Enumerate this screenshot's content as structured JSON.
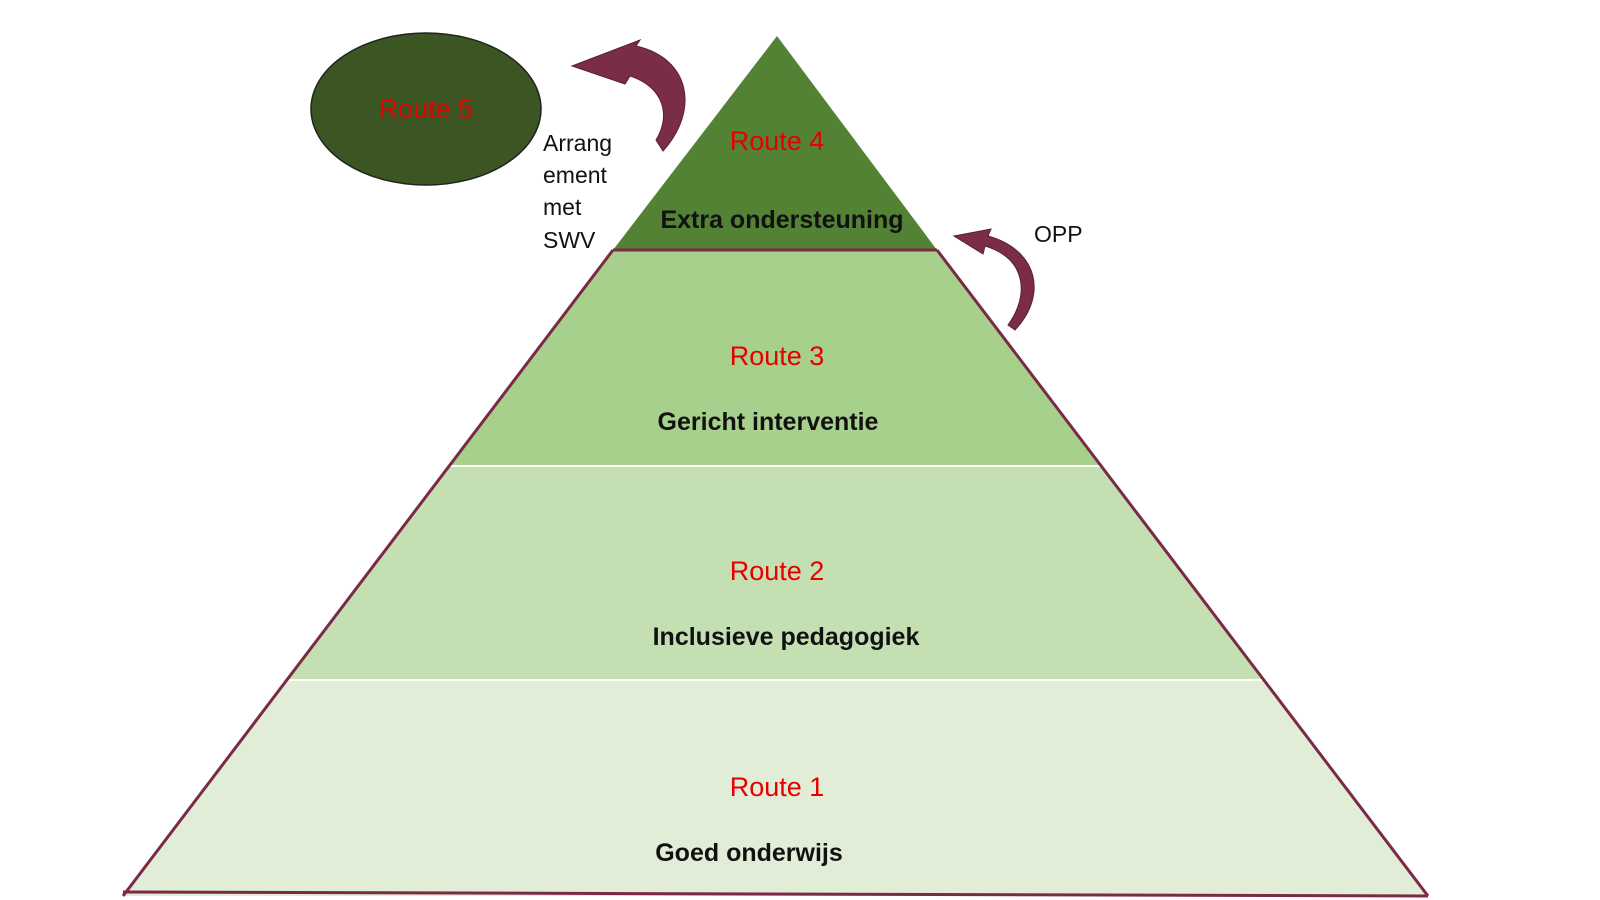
{
  "colors": {
    "route_text": "#e60000",
    "desc_text": "#111111",
    "side_text": "#111111",
    "outline": "#7a2a45",
    "arrow_fill": "#7b2d48",
    "level1_fill": "#e1edd6",
    "level2_fill": "#c4e0b3",
    "level3_fill": "#a8d08d",
    "level4_fill": "#548235",
    "oval_fill": "#3b5623"
  },
  "pyramid": {
    "levels": [
      {
        "route": "Route 4",
        "description": "Extra ondersteuning"
      },
      {
        "route": "Route 3",
        "description": "Gericht interventie"
      },
      {
        "route": "Route 2",
        "description": "Inclusieve pedagogiek"
      },
      {
        "route": "Route 1",
        "description": "Goed onderwijs"
      }
    ]
  },
  "oval": {
    "route": "Route 5"
  },
  "arrows": [
    {
      "name": "arrow-to-route-5",
      "direction": "curved-up-left"
    },
    {
      "name": "arrow-to-route-4",
      "direction": "curved-up-left"
    }
  ],
  "side_labels": {
    "arrangement_lines": [
      "Arrang",
      "ement",
      "met",
      "SWV"
    ],
    "opp": "OPP"
  }
}
